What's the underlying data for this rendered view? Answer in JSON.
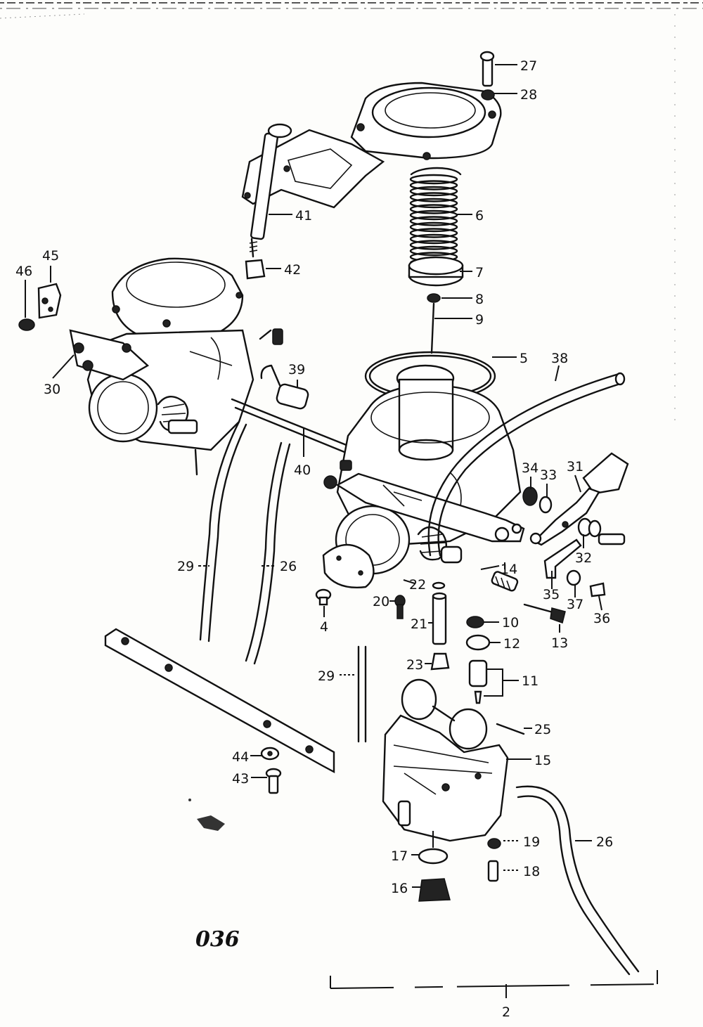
{
  "diagram_code": "036",
  "callouts": [
    {
      "id": "c27",
      "text": "27"
    },
    {
      "id": "c28",
      "text": "28"
    },
    {
      "id": "c6",
      "text": "6"
    },
    {
      "id": "c7",
      "text": "7"
    },
    {
      "id": "c8",
      "text": "8"
    },
    {
      "id": "c9",
      "text": "9"
    },
    {
      "id": "c5",
      "text": "5"
    },
    {
      "id": "c38",
      "text": "38"
    },
    {
      "id": "c41",
      "text": "41"
    },
    {
      "id": "c42",
      "text": "42"
    },
    {
      "id": "c45",
      "text": "45"
    },
    {
      "id": "c46",
      "text": "46"
    },
    {
      "id": "c30",
      "text": "30"
    },
    {
      "id": "c39",
      "text": "39"
    },
    {
      "id": "c40",
      "text": "40"
    },
    {
      "id": "c34",
      "text": "34"
    },
    {
      "id": "c33",
      "text": "33"
    },
    {
      "id": "c31",
      "text": "31"
    },
    {
      "id": "c32",
      "text": "32"
    },
    {
      "id": "c14",
      "text": "14"
    },
    {
      "id": "c35",
      "text": "35"
    },
    {
      "id": "c37",
      "text": "37"
    },
    {
      "id": "c36",
      "text": "36"
    },
    {
      "id": "c13",
      "text": "13"
    },
    {
      "id": "c29a",
      "text": "29"
    },
    {
      "id": "c26a",
      "text": "26"
    },
    {
      "id": "c22",
      "text": "22"
    },
    {
      "id": "c20",
      "text": "20"
    },
    {
      "id": "c4",
      "text": "4"
    },
    {
      "id": "c21",
      "text": "21"
    },
    {
      "id": "c10",
      "text": "10"
    },
    {
      "id": "c12",
      "text": "12"
    },
    {
      "id": "c23",
      "text": "23"
    },
    {
      "id": "c11",
      "text": "11"
    },
    {
      "id": "c29b",
      "text": "29"
    },
    {
      "id": "c25",
      "text": "25"
    },
    {
      "id": "c15",
      "text": "15"
    },
    {
      "id": "c44",
      "text": "44"
    },
    {
      "id": "c43",
      "text": "43"
    },
    {
      "id": "c26b",
      "text": "26"
    },
    {
      "id": "c19",
      "text": "19"
    },
    {
      "id": "c17",
      "text": "17"
    },
    {
      "id": "c18",
      "text": "18"
    },
    {
      "id": "c16",
      "text": "16"
    },
    {
      "id": "c2",
      "text": "2"
    }
  ]
}
